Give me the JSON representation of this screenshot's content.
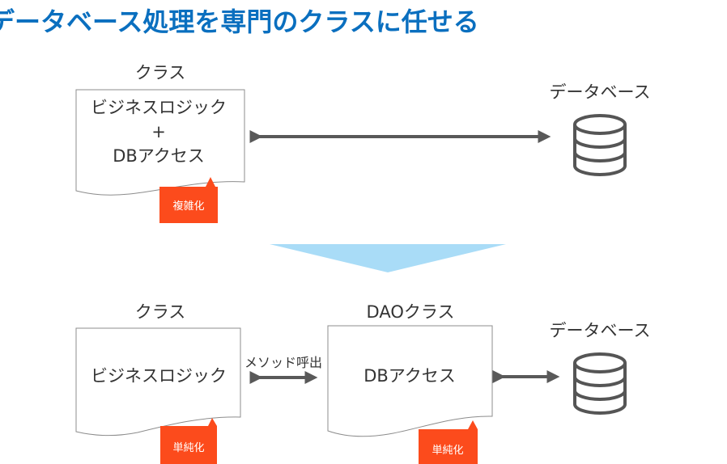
{
  "title": "データベース処理を専門のクラスに任せる",
  "colors": {
    "title": "#0a6fbf",
    "badge": "#fc4b1c",
    "transition_arrow": "#a9dcf7",
    "connector": "#595959",
    "doc_border": "#8c8c8c",
    "db_icon": "#555555"
  },
  "before": {
    "class_label": "クラス",
    "class_doc_lines": [
      "ビジネスロジック",
      "+",
      "DBアクセス"
    ],
    "badge": "複雑化",
    "db_label": "データベース",
    "db_icon": "database-icon"
  },
  "after": {
    "class_label": "クラス",
    "class_doc_text": "ビジネスロジック",
    "class_badge": "単純化",
    "method_call_label": "メソッド呼出",
    "dao_label": "DAOクラス",
    "dao_doc_text": "DBアクセス",
    "dao_badge": "単純化",
    "db_label": "データベース",
    "db_icon": "database-icon"
  }
}
